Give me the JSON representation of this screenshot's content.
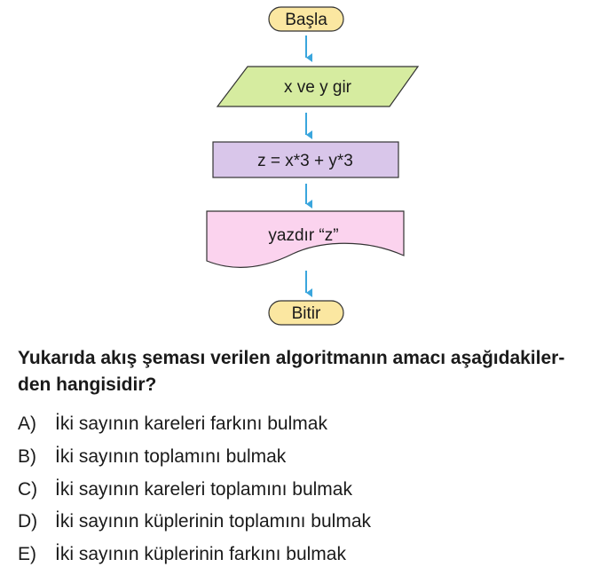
{
  "flowchart": {
    "start_label": "Başla",
    "input_label": "x ve y gir",
    "process_label": "z = x*3 + y*3",
    "output_label": "yazdır “z”",
    "end_label": "Bitir",
    "colors": {
      "terminal_fill": "#fbe7a1",
      "input_fill": "#d6eca0",
      "process_fill": "#d9c6ea",
      "output_fill": "#fbd3ee",
      "arrow": "#3aa6dd",
      "stroke": "#333333"
    }
  },
  "question": {
    "line1": "Yukarıda akış şeması verilen algoritmanın amacı aşağıdakiler-",
    "line2": "den hangisidir?"
  },
  "options": [
    {
      "letter": "A)",
      "text": "İki sayının kareleri farkını bulmak"
    },
    {
      "letter": "B)",
      "text": "İki sayının toplamını bulmak"
    },
    {
      "letter": "C)",
      "text": "İki sayının kareleri toplamını bulmak"
    },
    {
      "letter": "D)",
      "text": "İki sayının küplerinin toplamını bulmak"
    },
    {
      "letter": "E)",
      "text": "İki sayının küplerinin farkını bulmak"
    }
  ]
}
